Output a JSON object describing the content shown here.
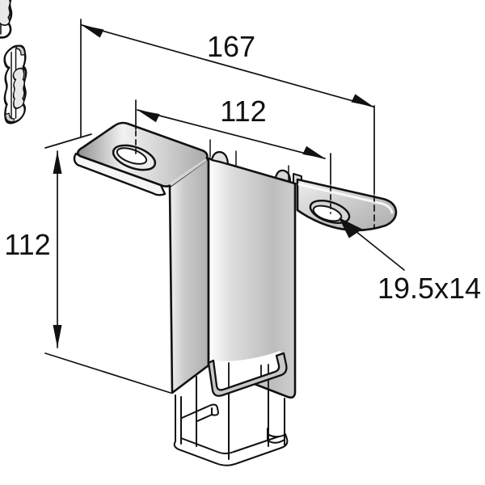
{
  "drawing": {
    "kind": "isometric-technical-drawing",
    "subject": "galvanized 90-degree channel bracket with butterfly slots mounted over a vertical strut channel",
    "dimensions": {
      "overall_width": "167",
      "hole_spacing": "112",
      "height": "112",
      "slot_size": "19.5x14"
    },
    "colors": {
      "line": "#111111",
      "metal_light": "#f0f0f0",
      "metal_mid": "#c6c6c6",
      "metal_dark": "#969696",
      "background": "#ffffff"
    }
  }
}
